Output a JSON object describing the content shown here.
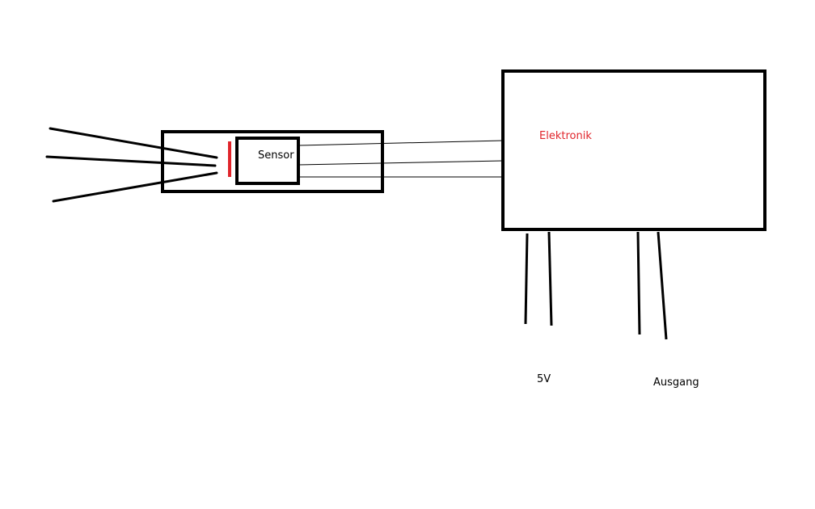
{
  "labels": {
    "sensor": "Sensor",
    "electronics": "Elektronik",
    "power": "5V",
    "output": "Ausgang"
  },
  "colors": {
    "ink": "#000000",
    "accent": "#e0252b",
    "background": "#ffffff"
  }
}
